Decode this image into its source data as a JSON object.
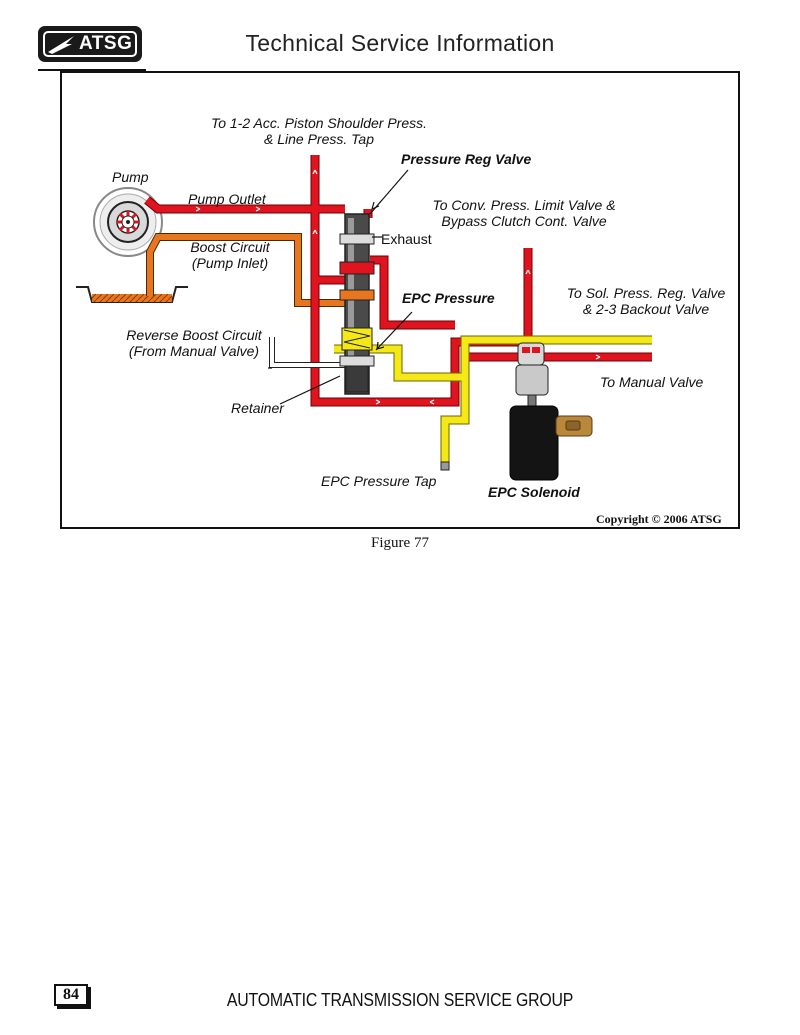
{
  "header": {
    "logo_text": "ATSG",
    "title": "Technical Service Information"
  },
  "diagram": {
    "labels": {
      "acc_piston": [
        "To 1-2 Acc. Piston Shoulder Press.",
        "& Line Press. Tap"
      ],
      "pressure_reg_valve": "Pressure Reg Valve",
      "pump": "Pump",
      "pump_outlet": "Pump Outlet",
      "conv_press": [
        "To Conv. Press. Limit Valve &",
        "Bypass Clutch Cont. Valve"
      ],
      "exhaust": "Exhaust",
      "boost_circuit": [
        "Boost Circuit",
        "(Pump Inlet)"
      ],
      "epc_pressure": "EPC Pressure",
      "sol_press": [
        "To Sol. Press. Reg. Valve",
        "& 2-3 Backout Valve"
      ],
      "reverse_boost": [
        "Reverse Boost Circuit",
        "(From Manual Valve)"
      ],
      "to_manual_valve": "To Manual Valve",
      "retainer": "Retainer",
      "epc_pressure_tap": "EPC Pressure Tap",
      "epc_solenoid": "EPC Solenoid"
    },
    "copyright": "Copyright © 2006 ATSG",
    "colors": {
      "line_pressure": "#e0141e",
      "boost": "#e8761e",
      "epc": "#f4e816",
      "solenoid_body": "#141414",
      "connector": "#b8893a"
    }
  },
  "figure_caption": "Figure 77",
  "footer": {
    "page_number": "84",
    "text": "AUTOMATIC TRANSMISSION SERVICE GROUP"
  }
}
